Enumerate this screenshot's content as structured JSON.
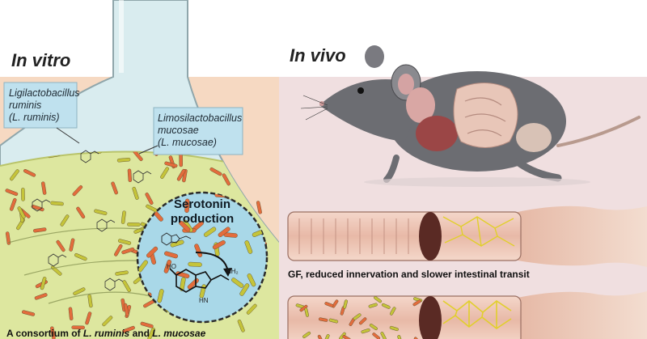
{
  "panels": {
    "in_vitro": {
      "title": "In vitro"
    },
    "in_vivo": {
      "title": "In vivo"
    }
  },
  "species": {
    "ruminis": {
      "line1": "Ligilactobacillus",
      "line2": "ruminis",
      "line3": "(L. ruminis)"
    },
    "mucosae": {
      "line1": "Limosilactobacillus",
      "line2": "mucosae",
      "line3": "(L. mucosae)"
    }
  },
  "serotonin": {
    "line1": "Serotonin",
    "line2": "production",
    "ho": "HO",
    "nh2": "NH₂",
    "hn": "HN"
  },
  "captions": {
    "gf": "GF, reduced innervation and slower intestinal transit",
    "consortium_prefix": "A consortium of ",
    "consortium_a": "L. ruminis",
    "consortium_mid": " and ",
    "consortium_b": "L. mucosae"
  },
  "colors": {
    "in_vitro_bg": "#f6d9c2",
    "in_vivo_bg": "#f0dfe0",
    "culture": "#dde79f",
    "flask_glass": "#d9ecef",
    "label_box": "#bfe1ee",
    "circle_fill": "#a9d8e8",
    "ruminis_rod": "#e36c3c",
    "mucosae_rod": "#c5c43a",
    "mouse": "#6c6d72",
    "intestine": "#e8c9bd",
    "nerve": "#e1cf2c"
  }
}
